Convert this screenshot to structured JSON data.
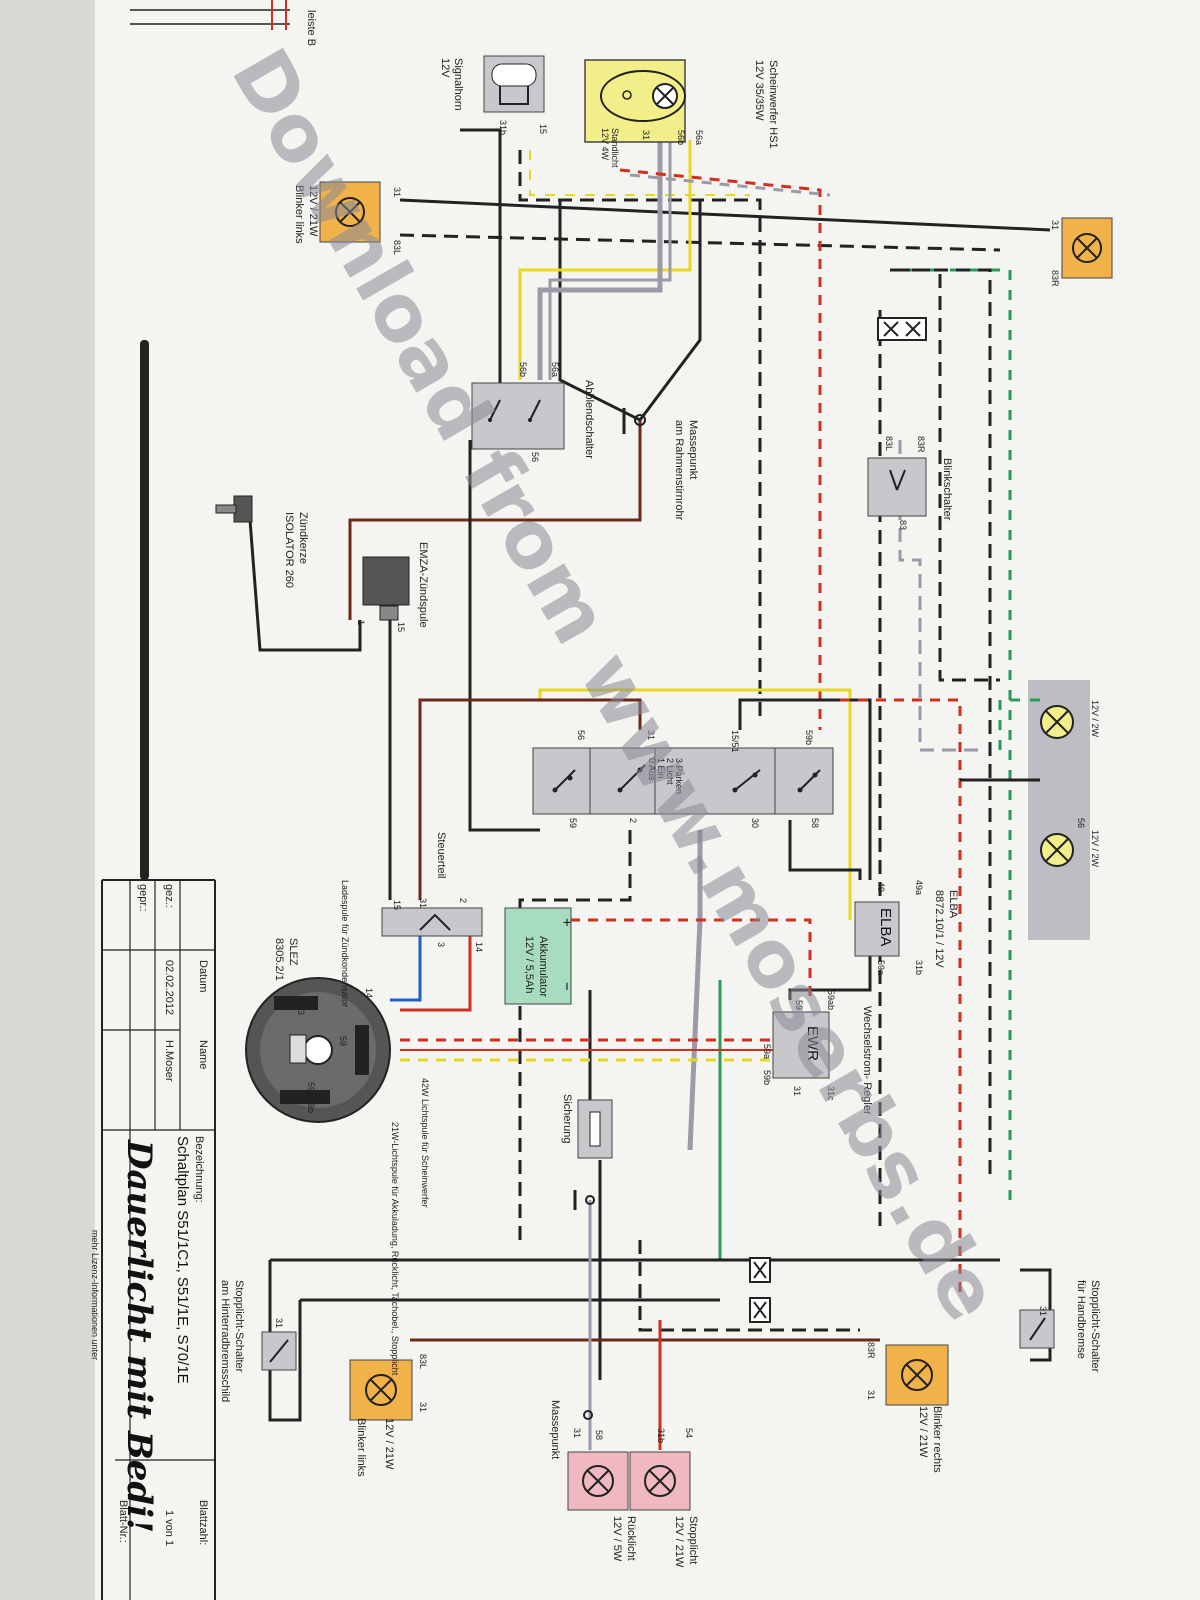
{
  "watermark": "Download from www.moserbs.de",
  "footer_note": "mehr Lizenz-Informationen unter",
  "handwritten_note": "Dauerlicht mit Bedi!",
  "title_block": {
    "bezeichnung_label": "Bezeichnung:",
    "title": "Schaltplan S51/1C1, S51/1E, S70/1E",
    "datum_label": "Datum",
    "name_label": "Name",
    "gez_label": "gez.:",
    "gez_date": "02.02.2012",
    "gez_name": "H.Moser",
    "gepr_label": "gepr.:",
    "blattzahl_label": "Blattzahl:",
    "blattzahl": "1 von 1",
    "blatt_nr_label": "Blatt-Nr.:"
  },
  "edge_label": "leiste B",
  "components": {
    "headlight": {
      "name": "Scheinwerfer HS1",
      "rating": "12V 35/35W",
      "standlicht": "Standlicht",
      "standlicht_rating": "12V 4W",
      "t56a": "56a",
      "t56b": "56b",
      "t31": "31"
    },
    "horn": {
      "name": "Signalhorn",
      "rating": "12V",
      "t31b": "31b",
      "t15": "15"
    },
    "blinker_front_left": {
      "rating": "12V / 21W",
      "name": "Blinker links",
      "t31": "31",
      "t83": "83L"
    },
    "blinker_front_right": {
      "t31": "31",
      "t83": "83R"
    },
    "dimmer": {
      "name": "Abblendschalter",
      "t56b": "56b",
      "t56a": "56a",
      "t56": "56"
    },
    "ground_frame": {
      "name": "Massepunkt",
      "sub": "am Rahmenstirnrohr"
    },
    "turn_switch": {
      "name": "Blinkschalter",
      "t83l": "83L",
      "t83r": "83R",
      "t83": "83"
    },
    "spark_plug": {
      "name": "Zündkerze",
      "sub": "ISOLATOR 260"
    },
    "coil": {
      "name": "EMZA-Zündspule",
      "t1": "1",
      "t15": "15"
    },
    "ignition_switch": {
      "labels": [
        "3 Parken",
        "2 Licht",
        "1 Ein",
        "0 Aus"
      ],
      "t56": "56",
      "t31": "31",
      "t15_51": "15/51",
      "t59b": "59b",
      "t59": "59",
      "t2": "2",
      "t30": "30",
      "t58": "58"
    },
    "dash_lamps": {
      "lamp1": "12V / 2W",
      "lamp2": "12V / 2W",
      "t56": "56"
    },
    "elba": {
      "name": "ELBA",
      "part": "8872.10/1 / 12V",
      "t49": "49",
      "t49a": "49a",
      "t31b": "31b",
      "t59a": "59a"
    },
    "control_unit": {
      "name": "Steuerteil",
      "t15": "15",
      "t31": "31",
      "t2": "2",
      "t3": "3",
      "t14": "14"
    },
    "battery": {
      "name": "Akkumulator",
      "rating": "12V / 5,5Ah",
      "plus": "+",
      "minus": "−"
    },
    "regulator": {
      "name": "Wechselstrom- Regler",
      "short": "EWR",
      "t59ab": "59ab",
      "t59": "59",
      "t59a": "59a",
      "t59b": "59b",
      "t31": "31",
      "t31c": "31c"
    },
    "generator": {
      "name": "SLEZ",
      "part": "8305.2/1",
      "ladespule": "Ladespule für Zündkondensator",
      "lichtspule42": "42W Lichtspule für Scheinwerfer",
      "lichtspule21": "21W-Lichtspule für Akkuladung, Rücklicht, Tachobel., Stopplicht",
      "t14": "14",
      "t59": "59",
      "t3": "3",
      "t59b": "59b",
      "t59a": "59a"
    },
    "fuse": {
      "name": "Sicherung"
    },
    "stop_switch_hand": {
      "name": "Stopplicht-Schalter",
      "sub": "für Handbremse",
      "t31": "31"
    },
    "stop_switch_rear": {
      "name": "Stopplicht-Schalter",
      "sub": "am Hinterradbremsschild",
      "t31": "31"
    },
    "blinker_rear_right": {
      "name": "Blinker rechts",
      "rating": "12V / 21W",
      "t83": "83R",
      "t31": "31"
    },
    "blinker_rear_left": {
      "name": "Blinker links",
      "rating": "12V / 21W",
      "t83": "83L",
      "t31": "31"
    },
    "ground_rear": {
      "name": "Massepunkt",
      "t31": "31"
    },
    "stoplight": {
      "name": "Stopplicht",
      "rating": "12V / 21W",
      "t54": "54",
      "t31b": "31b"
    },
    "taillight": {
      "name": "Rücklicht",
      "rating": "12V / 5W",
      "t58": "58",
      "t31": "31"
    }
  },
  "colors": {
    "paper": "#f4f4f0",
    "yellow_box": "#f2ee8a",
    "orange": "#f2b24a",
    "grey_box": "#c7c7cc",
    "pink": "#f0b8c0",
    "battery": "#a8dcc0",
    "wire_black": "#222222",
    "wire_brown": "#6a2a1a",
    "wire_red": "#d03020",
    "wire_green": "#2a9a5a",
    "wire_yellow": "#e8d820",
    "wire_grey": "#9a9aa8",
    "wire_blue": "#2060c0"
  }
}
